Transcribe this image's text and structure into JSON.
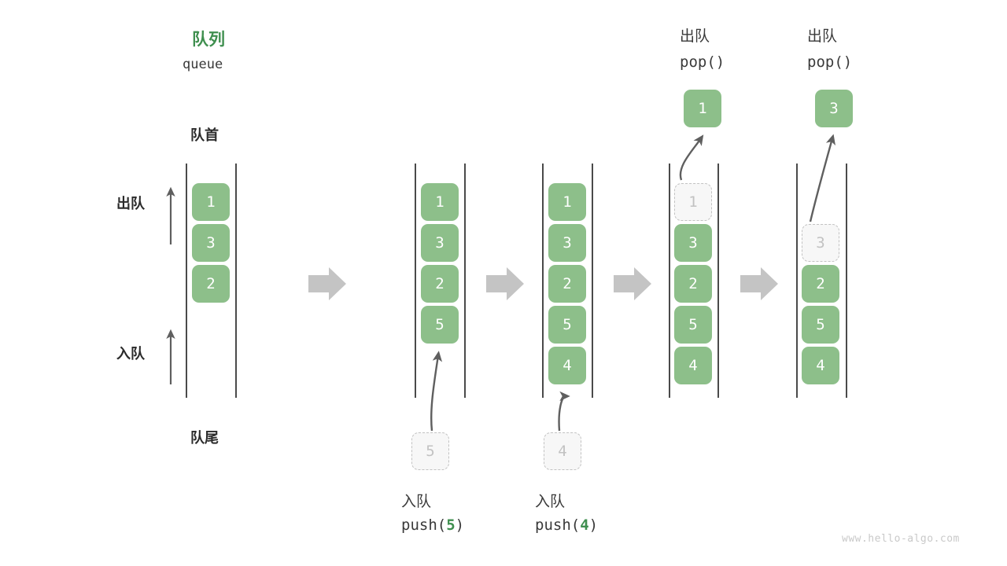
{
  "watermark": "www.hello-algo.com",
  "colors": {
    "cell_fill": "#8dbf8a",
    "cell_text": "#ffffff",
    "ghost_fill": "#f7f7f7",
    "ghost_border": "#c2c2c2",
    "ghost_text": "#c2c2c2",
    "accent_green": "#3f8f4f",
    "dark_text": "#2b2b2b",
    "rail": "#4a4a4a",
    "block_arrow": "#c4c4c4",
    "thin_arrow": "#5f5f5f"
  },
  "title": {
    "cn": "队列",
    "en": "queue"
  },
  "annotations": {
    "front": "队首",
    "rear": "队尾",
    "dequeue": "出队",
    "enqueue": "入队"
  },
  "steps": [
    {
      "id": "initial",
      "header_cn": "",
      "header_code": "",
      "cells": [
        {
          "value": "1",
          "state": "filled"
        },
        {
          "value": "3",
          "state": "filled"
        },
        {
          "value": "2",
          "state": "filled"
        }
      ],
      "incoming": null,
      "popped": null,
      "caption_cn": "",
      "caption_code": ""
    },
    {
      "id": "push-5",
      "header_cn": "",
      "header_code": "",
      "cells": [
        {
          "value": "1",
          "state": "filled"
        },
        {
          "value": "3",
          "state": "filled"
        },
        {
          "value": "2",
          "state": "filled"
        },
        {
          "value": "5",
          "state": "filled"
        }
      ],
      "incoming": {
        "value": "5",
        "state": "ghost"
      },
      "popped": null,
      "caption_cn": "入队",
      "caption_code": "push(",
      "caption_arg": "5",
      "caption_code_end": ")"
    },
    {
      "id": "push-4",
      "header_cn": "",
      "header_code": "",
      "cells": [
        {
          "value": "1",
          "state": "filled"
        },
        {
          "value": "3",
          "state": "filled"
        },
        {
          "value": "2",
          "state": "filled"
        },
        {
          "value": "5",
          "state": "filled"
        },
        {
          "value": "4",
          "state": "filled"
        }
      ],
      "incoming": {
        "value": "4",
        "state": "ghost"
      },
      "popped": null,
      "caption_cn": "入队",
      "caption_code": "push(",
      "caption_arg": "4",
      "caption_code_end": ")"
    },
    {
      "id": "pop-1",
      "header_cn": "出队",
      "header_code": "pop()",
      "cells": [
        {
          "value": "1",
          "state": "ghost"
        },
        {
          "value": "3",
          "state": "filled"
        },
        {
          "value": "2",
          "state": "filled"
        },
        {
          "value": "5",
          "state": "filled"
        },
        {
          "value": "4",
          "state": "filled"
        }
      ],
      "incoming": null,
      "popped": {
        "value": "1",
        "state": "filled"
      },
      "caption_cn": "",
      "caption_code": ""
    },
    {
      "id": "pop-3",
      "header_cn": "出队",
      "header_code": "pop()",
      "cells": [
        {
          "value": "",
          "state": "empty"
        },
        {
          "value": "3",
          "state": "ghost"
        },
        {
          "value": "2",
          "state": "filled"
        },
        {
          "value": "5",
          "state": "filled"
        },
        {
          "value": "4",
          "state": "filled"
        }
      ],
      "incoming": null,
      "popped": {
        "value": "3",
        "state": "filled"
      },
      "caption_cn": "",
      "caption_code": ""
    }
  ],
  "transition_arrows": 4
}
